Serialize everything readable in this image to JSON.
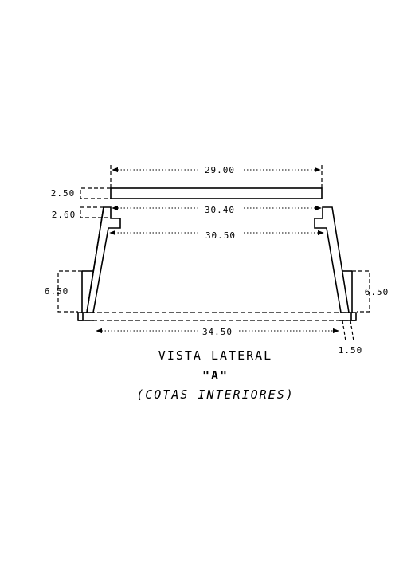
{
  "drawing": {
    "dimensions": {
      "top_width": "29.00",
      "cover_thickness": "2.50",
      "rim_height": "2.60",
      "rim_width": "30.40",
      "inner_width": "30.50",
      "wall_height_left": "6.50",
      "wall_height_right": "6.50",
      "bottom_width": "34.50",
      "base_offset": "1.50"
    },
    "caption": {
      "line1": "VISTA LATERAL",
      "line2": "\"A\"",
      "line3": "(COTAS INTERIORES)"
    }
  }
}
